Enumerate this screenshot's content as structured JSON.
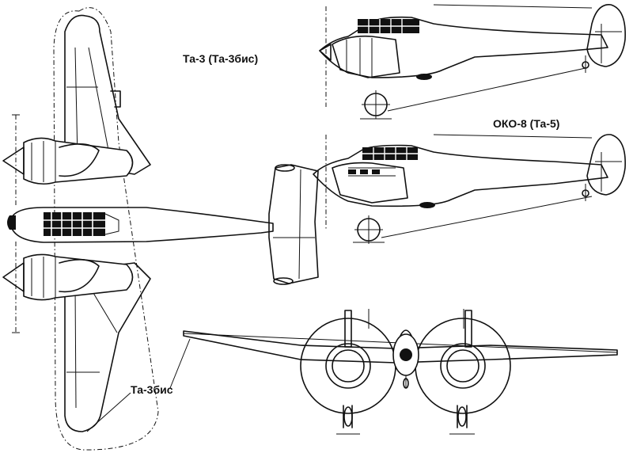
{
  "labels": {
    "ta3": "Та-3 (Та-3бис)",
    "oko8": "ОКО-8 (Та-5)",
    "ta3bis": "Та-3бис"
  },
  "colors": {
    "ink": "#111111",
    "paper": "#ffffff"
  }
}
